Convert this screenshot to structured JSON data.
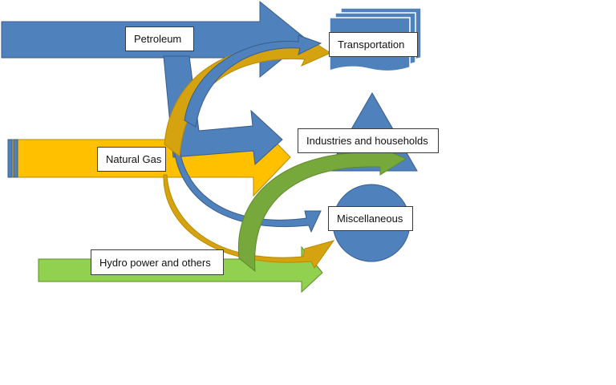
{
  "sources": [
    {
      "id": "petroleum",
      "label": "Petroleum",
      "color": "#4f81bd"
    },
    {
      "id": "natural-gas",
      "label": "Natural Gas",
      "color": "#ffc000"
    },
    {
      "id": "hydro",
      "label": "Hydro power and others",
      "color": "#92d050"
    }
  ],
  "destinations": [
    {
      "id": "transportation",
      "label": "Transportation",
      "shape": "stacked-documents"
    },
    {
      "id": "industries",
      "label": "Industries and households",
      "shape": "triangle"
    },
    {
      "id": "misc",
      "label": "Miscellaneous",
      "shape": "circle"
    }
  ],
  "colors": {
    "petroleum_fill": "#4f81bd",
    "petroleum_stroke": "#385d8a",
    "gas_fill": "#ffc000",
    "gas_curve_fill": "#d6a310",
    "gas_stroke": "#b88a00",
    "hydro_fill": "#92d050",
    "hydro_curve_fill": "#77a83c",
    "hydro_stroke": "#5f8a2e"
  }
}
